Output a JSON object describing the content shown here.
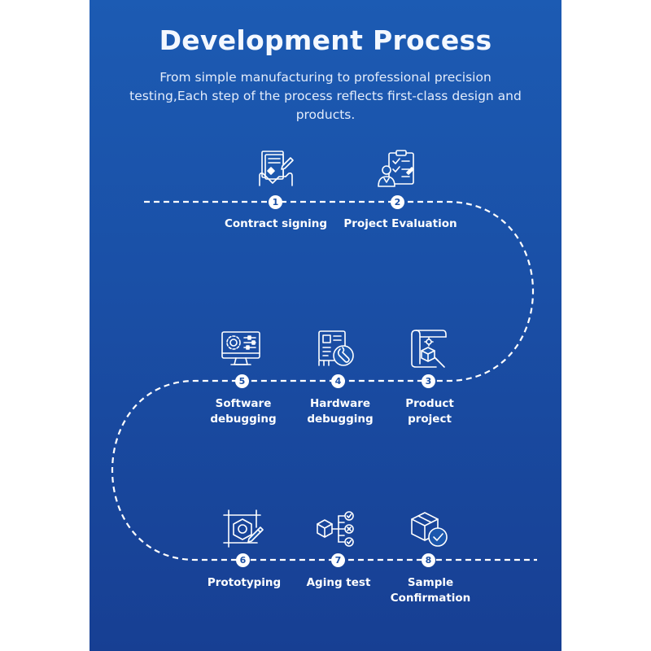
{
  "header": {
    "title": "Development Process",
    "subtitle": "From simple manufacturing to professional precision testing,Each step of the process reflects first-class design and products."
  },
  "steps": [
    {
      "number": "1",
      "label": "Contract signing",
      "icon": "contract-icon"
    },
    {
      "number": "2",
      "label": "Project Evaluation",
      "icon": "clipboard-evaluation-icon"
    },
    {
      "number": "3",
      "label": "Product project",
      "icon": "blueprint-cube-icon"
    },
    {
      "number": "4",
      "label": "Hardware debugging",
      "icon": "circuit-wrench-icon"
    },
    {
      "number": "5",
      "label": "Software debugging",
      "icon": "monitor-gear-icon"
    },
    {
      "number": "6",
      "label": "Prototyping",
      "icon": "hexagon-pencil-icon"
    },
    {
      "number": "7",
      "label": "Aging test",
      "icon": "cube-checklist-icon"
    },
    {
      "number": "8",
      "label": "Sample Confirmation",
      "icon": "cube-check-icon"
    }
  ],
  "colors": {
    "background": "#1a4fa6",
    "text": "#ffffff",
    "badge_text": "#1b4fa4"
  }
}
